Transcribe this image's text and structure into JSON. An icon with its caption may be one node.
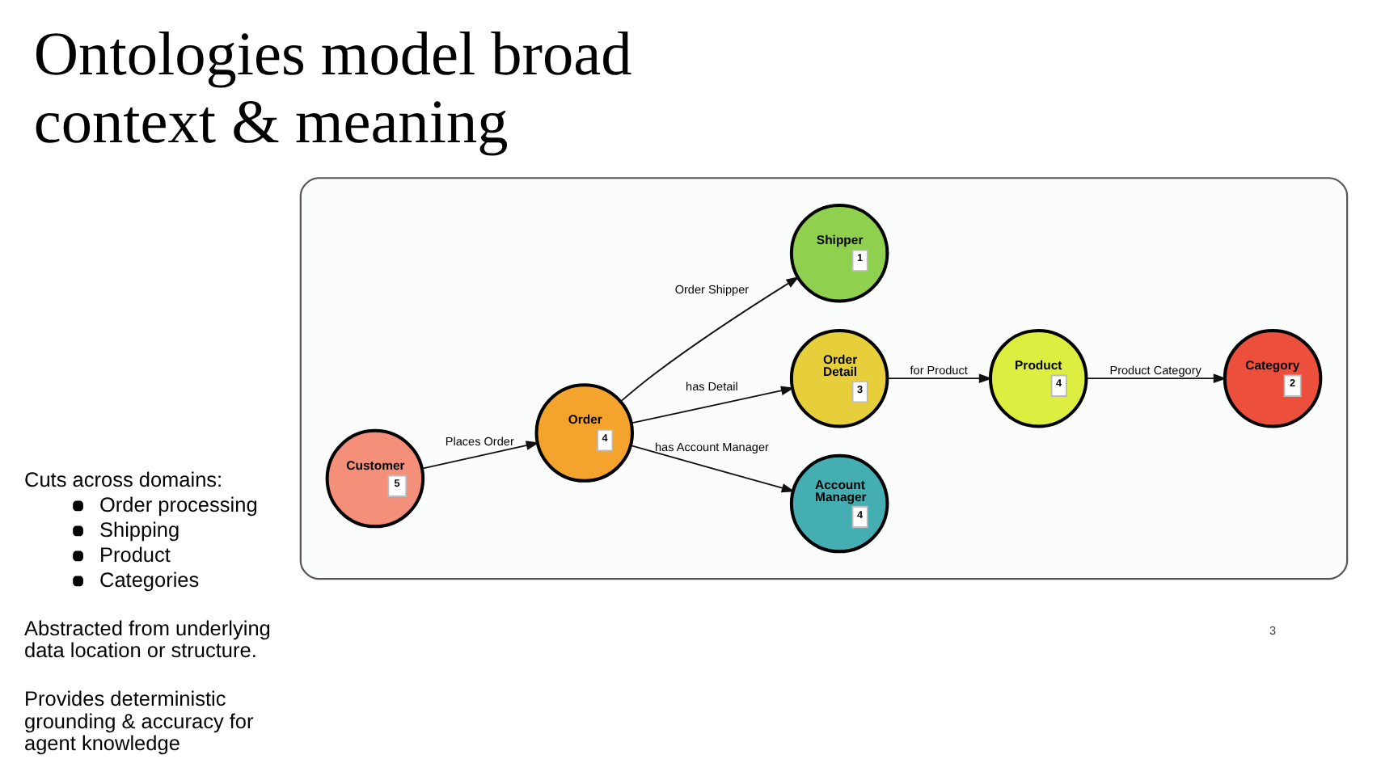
{
  "diagram": {
    "title": "Ontologies model broad context & meaning",
    "nodes": [
      {
        "text": [],
        "shape": "box"
      },
      {
        "text": [
          "Customer",
          "5"
        ],
        "in": 0
      },
      {
        "text": [
          "Order",
          "4"
        ],
        "in": 0
      },
      {
        "text": [
          "Shipper",
          "1"
        ],
        "in": 0
      },
      {
        "text": [
          "Order Detail",
          "3"
        ],
        "in": 0
      },
      {
        "text": [
          "Account Manager",
          "4"
        ],
        "in": 0
      },
      {
        "text": [
          "Product",
          "4"
        ],
        "in": 0
      },
      {
        "text": [
          "Category",
          "2"
        ],
        "in": 0
      }
    ],
    "edges": [
      {
        "from": 1,
        "to": 2,
        "arrow": "to",
        "label": "Places Order"
      },
      {
        "from": 2,
        "to": 3,
        "arrow": "to",
        "label": "Order Shipper"
      },
      {
        "from": 2,
        "to": 4,
        "arrow": "to",
        "label": "has Detail"
      },
      {
        "from": 2,
        "to": 5,
        "arrow": "to",
        "label": "has Account Manager"
      },
      {
        "from": 4,
        "to": 6,
        "arrow": "to",
        "label": "for Product"
      },
      {
        "from": 6,
        "to": 7,
        "arrow": "to",
        "label": "Product Category"
      }
    ],
    "labels": [
      "Cuts across domains:",
      "Order processing",
      "Shipping",
      "Product",
      "Categories",
      "Abstracted from underlying data location or structure.",
      "Provides deterministic grounding & accuracy for agent knowledge",
      "3"
    ]
  }
}
